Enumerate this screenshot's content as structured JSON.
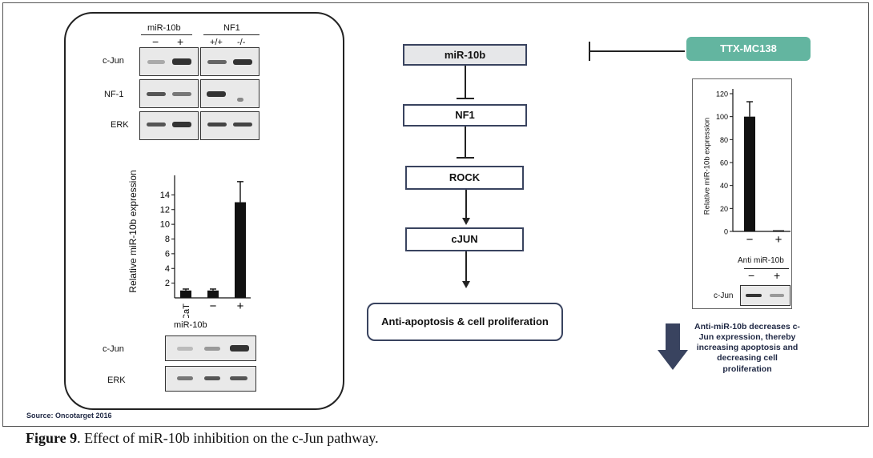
{
  "left_panel": {
    "top_header_mir": "miR-10b",
    "top_header_nf1": "NF1",
    "top_lanes": [
      "−",
      "+",
      "+/+",
      "-/-"
    ],
    "blot_labels": [
      "c-Jun",
      "NF-1",
      "ERK"
    ],
    "bottom_labels": [
      "c-Jun",
      "ERK"
    ],
    "group_label": "miR-10b",
    "bottom_lanes": [
      "HaCaT",
      "−",
      "+"
    ],
    "bottom_blot_lanes": [
      "−",
      "+"
    ]
  },
  "chart_data": [
    {
      "type": "bar",
      "categories": [
        "HaCaT",
        "−",
        "+"
      ],
      "values": [
        1,
        1,
        13
      ],
      "errors": [
        0.2,
        0.2,
        2.8
      ],
      "ylabel": "Relative miR-10b expression",
      "ylim": [
        0,
        16
      ],
      "yticks": [
        2,
        4,
        6,
        8,
        10,
        12,
        14
      ]
    },
    {
      "type": "bar",
      "categories": [
        "−",
        "+"
      ],
      "values": [
        100,
        1
      ],
      "errors": [
        13,
        0
      ],
      "ylabel": "Relative miR-10b expression",
      "ylim": [
        0,
        120
      ],
      "yticks": [
        0,
        20,
        40,
        60,
        80,
        100,
        120
      ]
    }
  ],
  "pathway": {
    "nodes": [
      "miR-10b",
      "NF1",
      "ROCK",
      "cJUN",
      "Anti-apoptosis & cell proliferation"
    ],
    "inhibitor": "TTX-MC138",
    "inhibitor_color": "#63b5a0",
    "box_border_color": "#39435f"
  },
  "right_panel": {
    "xlabel": "Anti miR-10b",
    "lanes": [
      "−",
      "+"
    ],
    "blot_label": "c-Jun",
    "note": "Anti-miR-10b decreases c-Jun expression, thereby increasing apoptosis and decreasing cell proliferation"
  },
  "source": "Source: Oncotarget 2016",
  "caption": {
    "label": "Figure 9",
    "text": ". Effect of miR-10b inhibition on the c-Jun pathway."
  }
}
